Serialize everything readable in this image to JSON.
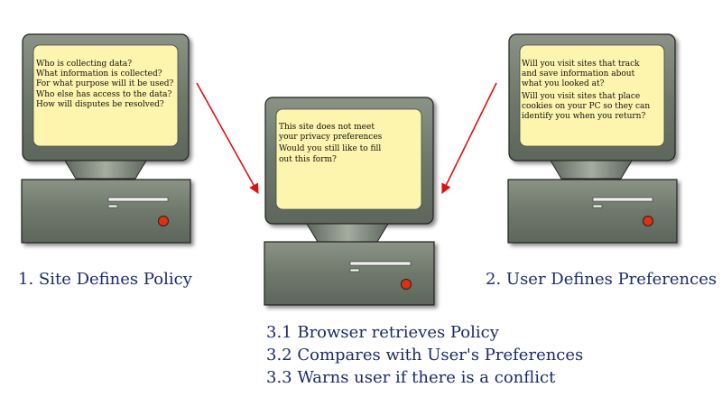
{
  "computers": {
    "site": {
      "lines": [
        "Who is collecting data?",
        "What information is collected?",
        "For what purpose will it be used?",
        "Who else has access to the data?",
        "How will disputes be resolved?"
      ]
    },
    "browser": {
      "lines": [
        "This site does not meet",
        "your privacy preferences",
        "Would you still like to fill",
        "out this form?"
      ]
    },
    "user": {
      "lines": [
        "Will you visit sites that track",
        "and save information about",
        "what you looked at?",
        "Will you visit sites that place",
        "cookies on your PC so they can",
        "identify you when you return?"
      ]
    }
  },
  "captions": {
    "site": "1. Site Defines Policy",
    "user": "2. User Defines Preferences"
  },
  "steps": [
    "3.1 Browser retrieves Policy",
    "3.2 Compares with User's Preferences",
    "3.3 Warns user if there is a conflict"
  ],
  "colors": {
    "screen": "#fdf4ad",
    "case": "#6f7a6c",
    "led": "#e03010",
    "arrow": "#e01010",
    "text": "#1a2a6c"
  }
}
